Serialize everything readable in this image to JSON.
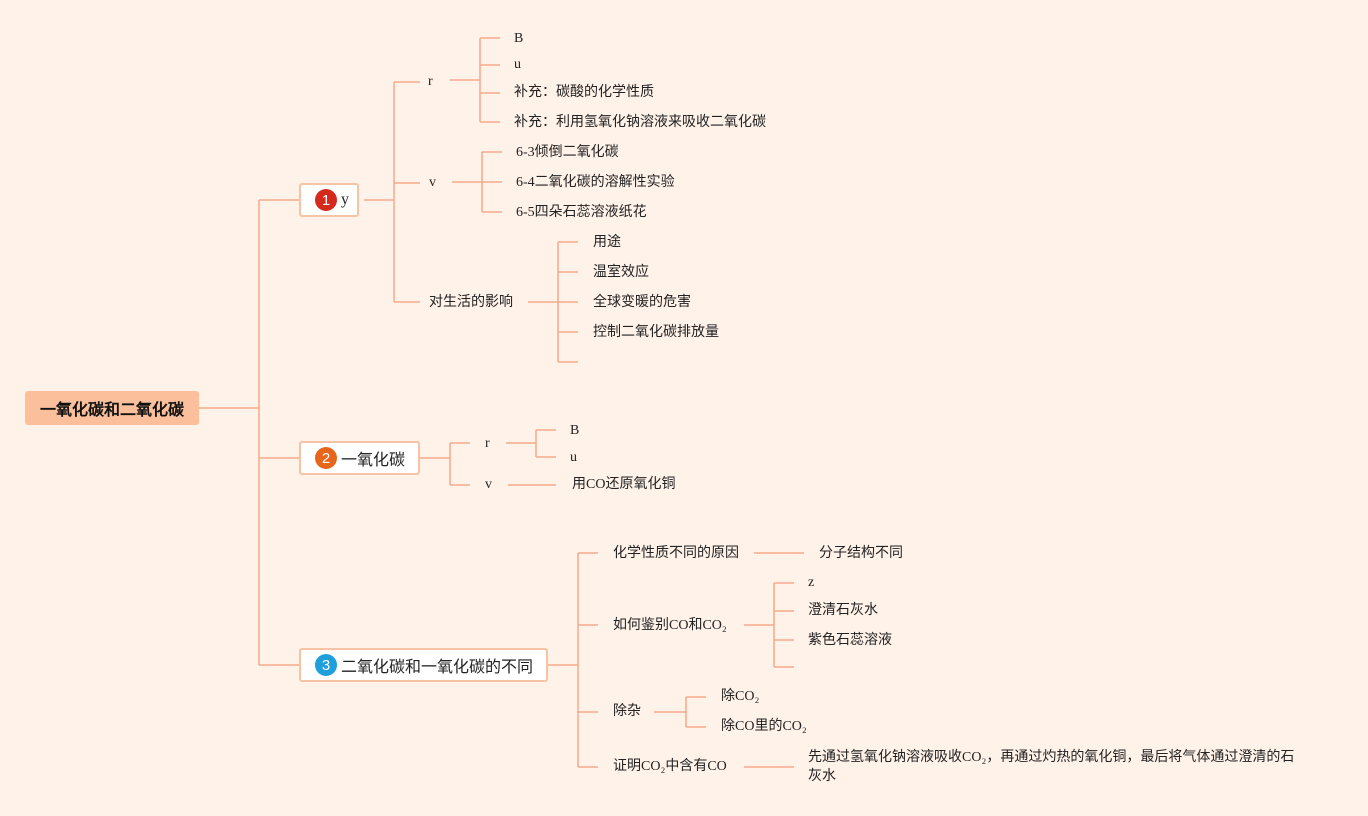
{
  "root": "一氧化碳和二氧化碳",
  "colors": {
    "line": "#f6a98a",
    "badge1": "#d42a1c",
    "badge2": "#e8661c",
    "badge3": "#1e9fdb"
  },
  "t1": {
    "num": "1",
    "label": "y",
    "r": {
      "label": "r",
      "items": [
        "B",
        "u",
        "补充：碳酸的化学性质",
        "补充：利用氢氧化钠溶液来吸收二氧化碳"
      ]
    },
    "v": {
      "label": "v",
      "items": [
        "6-3倾倒二氧化碳",
        "6-4二氧化碳的溶解性实验",
        "6-5四朵石蕊溶液纸花"
      ]
    },
    "life": {
      "label": "对生活的影响",
      "items": [
        "用途",
        "温室效应",
        "全球变暖的危害",
        "控制二氧化碳排放量"
      ]
    }
  },
  "t2": {
    "num": "2",
    "label": "一氧化碳",
    "r": {
      "label": "r",
      "items": [
        "B",
        "u"
      ]
    },
    "v": {
      "label": "v",
      "item": "用CO还原氧化铜"
    }
  },
  "t3": {
    "num": "3",
    "label": "二氧化碳和一氧化碳的不同",
    "reason": {
      "label": "化学性质不同的原因",
      "item": "分子结构不同"
    },
    "identify": {
      "label": "如何鉴别CO和CO₂",
      "items": [
        "z",
        "澄清石灰水",
        "紫色石蕊溶液"
      ]
    },
    "purify": {
      "label": "除杂",
      "items": [
        "除CO₂",
        "除CO里的CO₂"
      ]
    },
    "prove": {
      "label": "证明CO₂中含有CO",
      "item": "先通过氢氧化钠溶液吸收CO₂，再通过灼热的氧化铜，最后将气体通过澄清的石灰水"
    }
  }
}
